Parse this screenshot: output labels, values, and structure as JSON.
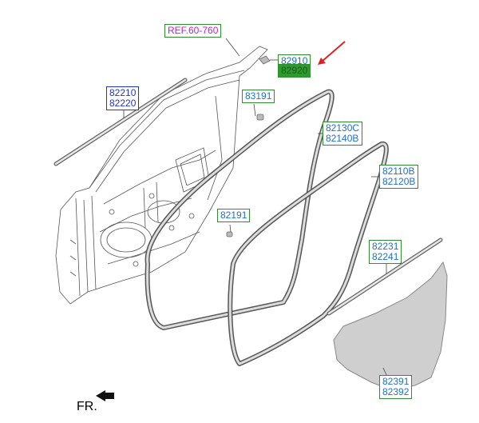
{
  "callouts": {
    "ref": [
      "REF.60-760"
    ],
    "clip_top": [
      "82910",
      "82920"
    ],
    "belt_outer": [
      "82210",
      "82220"
    ],
    "clip_plug": [
      "83191"
    ],
    "weatherstrip_inner": [
      "82130C",
      "82140B"
    ],
    "weatherstrip_outer": [
      "82110B",
      "82120B"
    ],
    "plug_lower": [
      "82191"
    ],
    "belt_inner": [
      "82231",
      "82241"
    ],
    "film": [
      "82391",
      "82392"
    ]
  },
  "direction_label": "FR.",
  "colors": {
    "ref_text": "#bb22cc",
    "blue_box": "#2233cc",
    "green_box": "#2f8f2f",
    "selected_fill": "#2e9a2e",
    "arrow": "#dd2222"
  }
}
